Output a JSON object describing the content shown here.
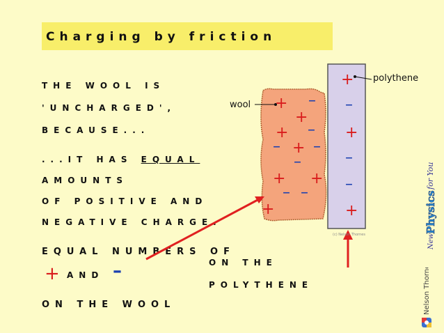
{
  "title": "Charging by friction",
  "text": {
    "line1": "The wool is",
    "line2": "'uncharged',",
    "line3": "because...",
    "line4_prefix": "...it has ",
    "line4_underline": "equal",
    "line5": "amounts",
    "line6": "of positive and",
    "line7": "negative charge.",
    "line8": "Equal numbers of",
    "line9_and": "and",
    "line10": "On the wool",
    "poly1": "On the",
    "poly2": "polythene"
  },
  "symbols": {
    "plus": "+",
    "minus": "–"
  },
  "diagram": {
    "wool_label": "wool",
    "polythene_label": "polythene",
    "copyright": "(c) Nelson Thornes",
    "wool_color": "#f4a47c",
    "polythene_color": "#d8d0ea",
    "plus_color": "#d91c1c",
    "minus_color": "#1a3fb0",
    "arrow_color": "#e02020"
  },
  "brand": {
    "series": "New Physics for You",
    "publisher": "Nelson Thornes"
  }
}
